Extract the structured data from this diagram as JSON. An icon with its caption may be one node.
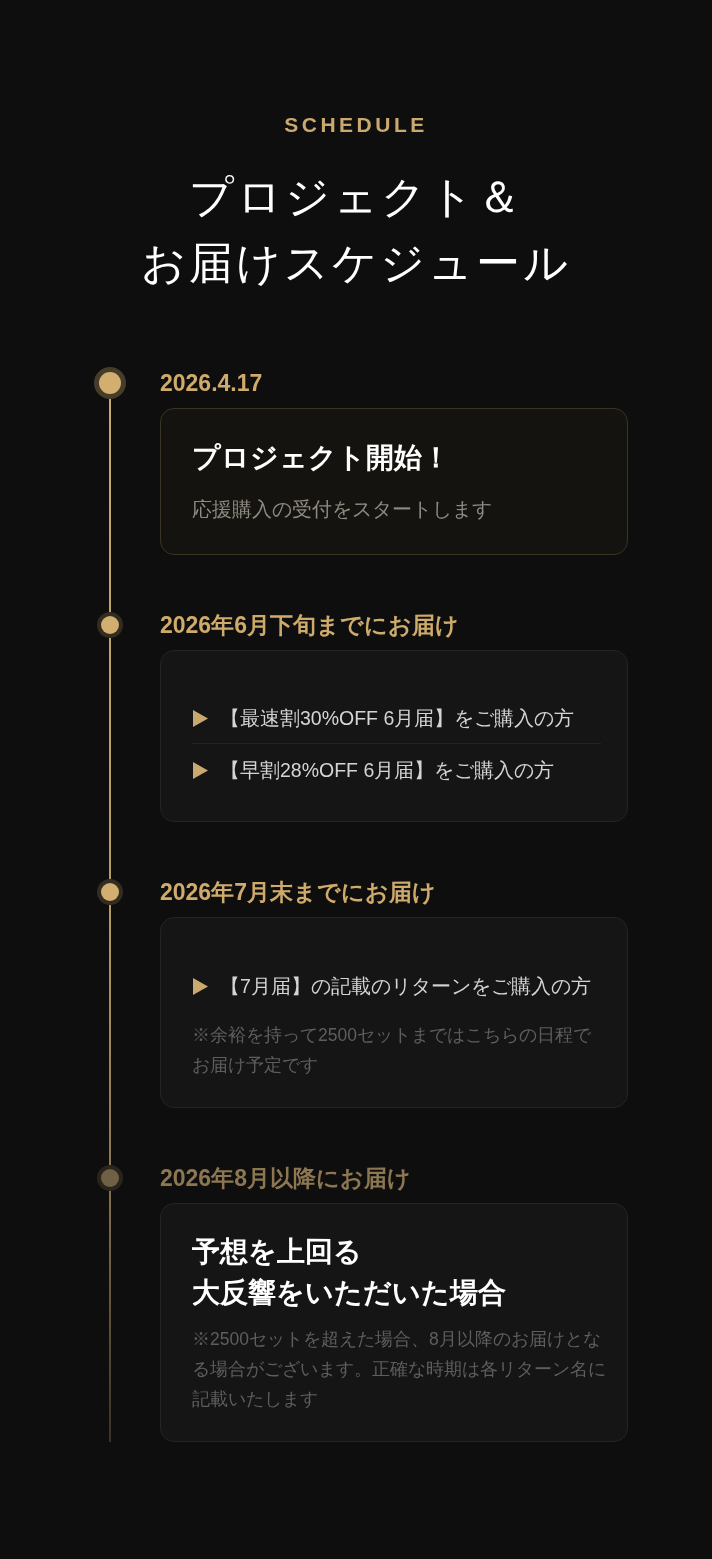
{
  "diagram": {
    "title": "プロジェクト＆お届けスケジュール",
    "nodes": [
      {
        "text": [],
        "shape": "circle"
      },
      {
        "text": [
          "2026.4.17",
          "プロジェクト開始！",
          "応援購入の受付をスタートします"
        ]
      },
      {
        "text": [],
        "shape": "circle"
      },
      {
        "text": [
          "2026年6月下旬までにお届け",
          "【最速割30%OFF 6月届】をご購入の方",
          "【早割28%OFF 6月届】をご購入の方"
        ]
      },
      {
        "text": [],
        "shape": "circle"
      },
      {
        "text": [
          "2026年7月末までにお届け",
          "【7月届】の記載のリターンをご購入の方",
          "※余裕を持って2500セットまではこちらの日程でお届け予定です"
        ]
      },
      {
        "text": [],
        "shape": "circle"
      },
      {
        "text": [
          "2026年8月以降にお届け",
          "予想を上回る大反響をいただいた場合",
          "※2500セットを超えた場合、8月以降のお届けとなる場合がございます。正確な時期は各リターン名に記載いたします"
        ]
      }
    ],
    "edges": [
      {
        "from": 0,
        "to": 2,
        "arrow": "none"
      },
      {
        "from": 2,
        "to": 4,
        "arrow": "none"
      },
      {
        "from": 4,
        "to": 6,
        "arrow": "none"
      },
      {
        "from": 6,
        "to": null,
        "arrow": "none"
      }
    ],
    "labels": [
      "SCHEDULE"
    ]
  }
}
